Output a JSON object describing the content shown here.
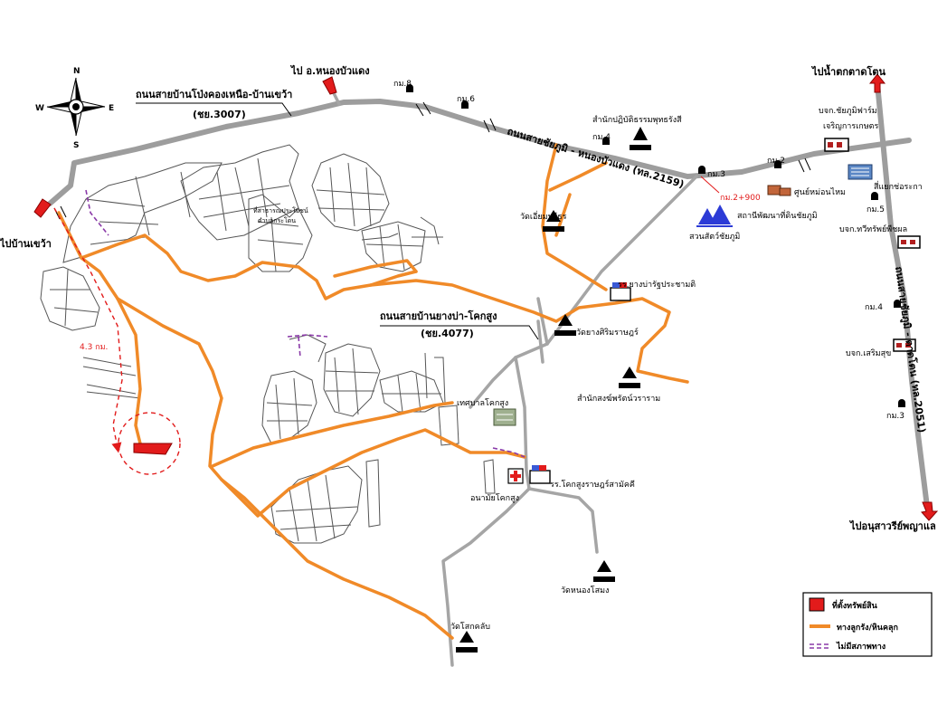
{
  "compass": {
    "n": "N",
    "s": "S",
    "e": "E",
    "w": "W"
  },
  "destinations": {
    "to_nong_bua_daeng": "ไป อ.หนองบัวแดง",
    "to_ban_khwao": "ไปบ้านเขว้า",
    "to_tat_ton": "ไปน้ำตกตาดโตน",
    "to_ya_mo": "ไปอนุสาวรีย์พญาแล"
  },
  "roads": {
    "road_3007_name": "ถนนสายบ้านโป่งคองเหนือ-บ้านเขว้า",
    "road_3007_code": "(ชย.3007)",
    "road_2159_name": "ถนนสายชัยภูมิ - หนองบัวแดง (ทล.2159)",
    "road_4077_name": "ถนนสายบ้านยางบ่า-โคกสูง",
    "road_4077_code": "(ชย.4077)",
    "road_2051_name": "ถนนสายชัยภูมิ - ตาดโตน (ทล.2051)"
  },
  "km_markers": {
    "km8": "กม.8",
    "km6": "กม.6",
    "km4_top": "กม.4",
    "km3_top": "กม.3",
    "km2": "กม.2",
    "km2_900": "กม.2+900",
    "km5": "กม.5",
    "km4_right": "กม.4",
    "km3_right": "กม.3"
  },
  "places": {
    "samnak_patibat": "สำนักปฏิบัติธรรมพุทธรังสี",
    "wat_iam": "วัดเอี่ยมปรีธร",
    "suan_sat": "สวนสัตว์ชัยภูมิ",
    "sathani": "สถานีพัฒนาที่ดินชัยภูมิ",
    "farm": "บจก.ชัยภูมิฟาร์ม",
    "charoen": "เจริญการเกษตร",
    "sam_yaek": "สี่แยกช่อระกา",
    "center": "ศูนย์หม่อนไหม",
    "thawi": "บจก.ทวีทรัพย์พืชผล",
    "soem": "บจก.เสริมสุข",
    "school_yang": "รร.ยางบ่ารัฐประชามติ",
    "wat_yang": "วัดยางศิริมราษฎร์",
    "samnak_song": "สำนักสงฆ์พรัตน์วราราม",
    "tessaban": "เทศบาลโคกสูง",
    "anamai": "อนามัยโคกสูง",
    "school_khok": "รร.โคกสูงราษฎร์สามัคคี",
    "wat_nong": "วัดหนองโสมง",
    "wat_sok": "วัดโสกคลับ",
    "reserve_1": "ที่สาธารณประโยชน์",
    "reserve_2": "ตำบลกระโดน"
  },
  "distance": "4.3 กม.",
  "legend": {
    "item1": "ที่ตั้งทรัพย์สิน",
    "item2": "ทางลูกรัง/หินคลุก",
    "item3": "ไม่มีสภาพทาง"
  },
  "colors": {
    "main_road": "#9d9d9d",
    "gravel_road": "#f08a28",
    "property": "#e21b1b",
    "no_road": "#8a3aa8"
  }
}
